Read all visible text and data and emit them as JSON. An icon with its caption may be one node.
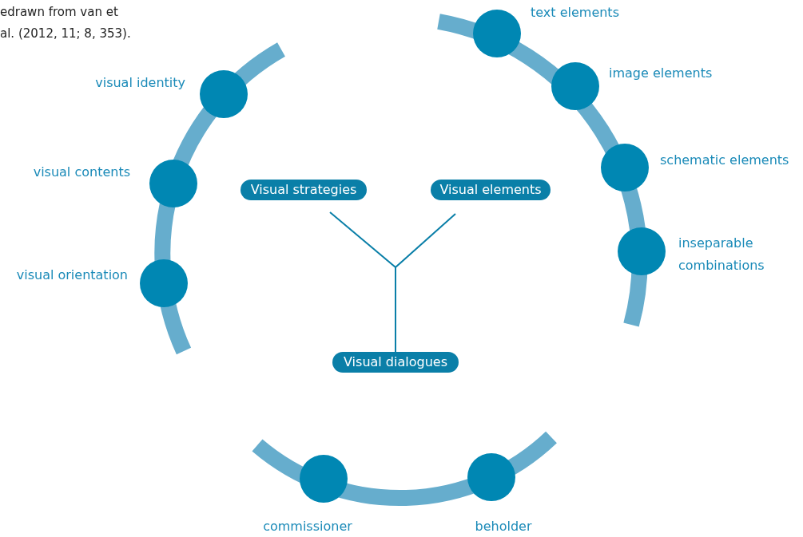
{
  "diagram": {
    "nodes": [
      {
        "text": [
          "Visual strategies"
        ]
      },
      {
        "text": [
          "Visual elements"
        ]
      },
      {
        "text": [
          "Visual dialogues"
        ]
      },
      {
        "text": [],
        "shape": "circle",
        "beside": [
          "visual identity"
        ]
      },
      {
        "text": [],
        "shape": "circle",
        "beside": [
          "visual contents"
        ]
      },
      {
        "text": [],
        "shape": "circle",
        "beside": [
          "visual orientation"
        ]
      },
      {
        "text": [],
        "shape": "circle",
        "beside": [
          "text elements"
        ]
      },
      {
        "text": [],
        "shape": "circle",
        "beside": [
          "image elements"
        ]
      },
      {
        "text": [],
        "shape": "circle",
        "beside": [
          "schematic elements"
        ]
      },
      {
        "text": [],
        "shape": "circle",
        "beside": [
          "inseparable combinations"
        ]
      },
      {
        "text": [],
        "shape": "circle",
        "beside": [
          "commissioner"
        ]
      },
      {
        "text": [],
        "shape": "circle",
        "beside": [
          "beholder"
        ]
      }
    ],
    "edges": [
      {
        "from": 0,
        "to": 2,
        "arrow": "none"
      },
      {
        "from": 1,
        "to": 2,
        "arrow": "none"
      }
    ],
    "labels": [
      "edrawn from van et al. (2012, 11; 8, 353)."
    ]
  }
}
